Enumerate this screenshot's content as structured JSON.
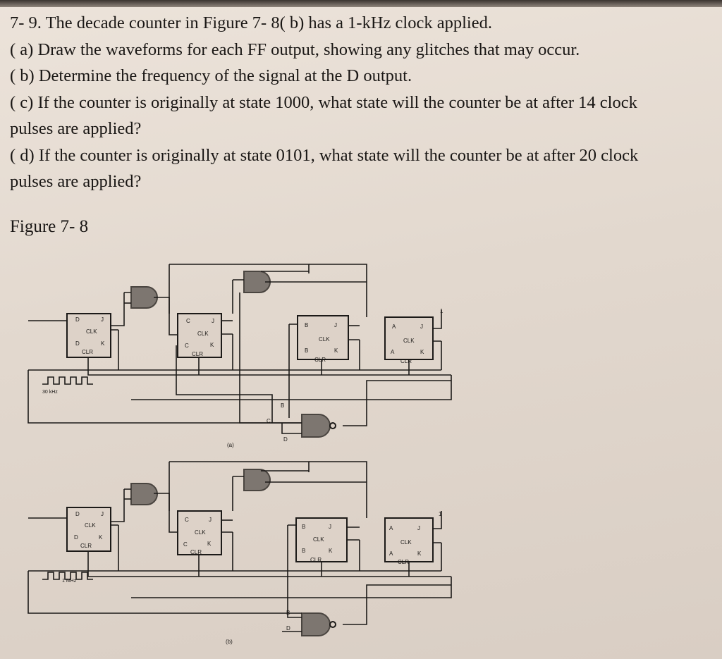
{
  "problem": {
    "title": "7- 9. The decade counter in Figure 7- 8( b) has a 1-kHz clock applied.",
    "part_a": "( a) Draw the waveforms for each FF output, showing any glitches that may occur.",
    "part_b": "( b) Determine the frequency of the signal at the D output.",
    "part_c_line1": "( c) If the counter is originally at state 1000, what state will the counter be at after 14 clock",
    "part_c_line2": "pulses are applied?",
    "part_d_line1": "( d) If the counter is originally at state 0101, what state will the counter be at after 20 clock",
    "part_d_line2": "pulses are applied?"
  },
  "figure": {
    "caption": "Figure 7- 8",
    "a": {
      "clock_label": "30 kHz",
      "sub_label": "(a)",
      "ff_d": {
        "q": "D",
        "qbar": "D",
        "j": "J",
        "k": "K",
        "clk": "CLK",
        "clr": "CLR"
      },
      "ff_c": {
        "q": "C",
        "qbar": "C",
        "j": "J",
        "k": "K",
        "clk": "CLK",
        "clr": "CLR"
      },
      "ff_b": {
        "q": "B",
        "qbar": "B",
        "j": "J",
        "k": "K",
        "clk": "CLK",
        "clr": "CLR"
      },
      "ff_a": {
        "q": "A",
        "qbar": "A",
        "j": "J",
        "k": "K",
        "clk": "CLK",
        "clr": "CLR"
      },
      "nand_inputs": {
        "b": "B",
        "c": "C",
        "d": "D"
      },
      "high_input": "1"
    },
    "b": {
      "clock_label": "1 MHz",
      "sub_label": "(b)",
      "ff_d": {
        "q": "D",
        "qbar": "D",
        "j": "J",
        "k": "K",
        "clk": "CLK",
        "clr": "CLR"
      },
      "ff_c": {
        "q": "C",
        "qbar": "C",
        "j": "J",
        "k": "K",
        "clk": "CLK",
        "clr": "CLR"
      },
      "ff_b": {
        "q": "B",
        "qbar": "B",
        "j": "J",
        "k": "K",
        "clk": "CLK",
        "clr": "CLR"
      },
      "ff_a": {
        "q": "A",
        "qbar": "A",
        "j": "J",
        "k": "K",
        "clk": "CLK",
        "clr": "CLR"
      },
      "nand_inputs": {
        "b": "B",
        "d": "D"
      },
      "high_input": "1"
    }
  }
}
